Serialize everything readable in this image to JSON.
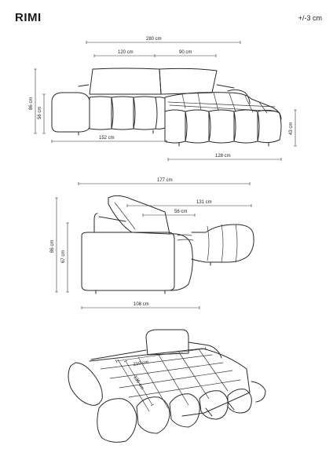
{
  "header": {
    "title": "RIMI",
    "tolerance": "+/-3 cm"
  },
  "front_view": {
    "width_total": "280 cm",
    "width_main": "120 cm",
    "width_chaise_top": "90 cm",
    "height_total": "86 cm",
    "height_seat": "56 cm",
    "height_chaise": "43 cm",
    "width_base": "152 cm",
    "width_chaise": "128 cm"
  },
  "side_view": {
    "depth_total": "177 cm",
    "depth_chaise": "131 cm",
    "depth_seat": "56 cm",
    "height_total": "86 cm",
    "height_seat": "67 cm",
    "depth_base": "108 cm"
  },
  "bed_view": {
    "bed_width": "210 cm",
    "bed_depth": "136 cm"
  }
}
